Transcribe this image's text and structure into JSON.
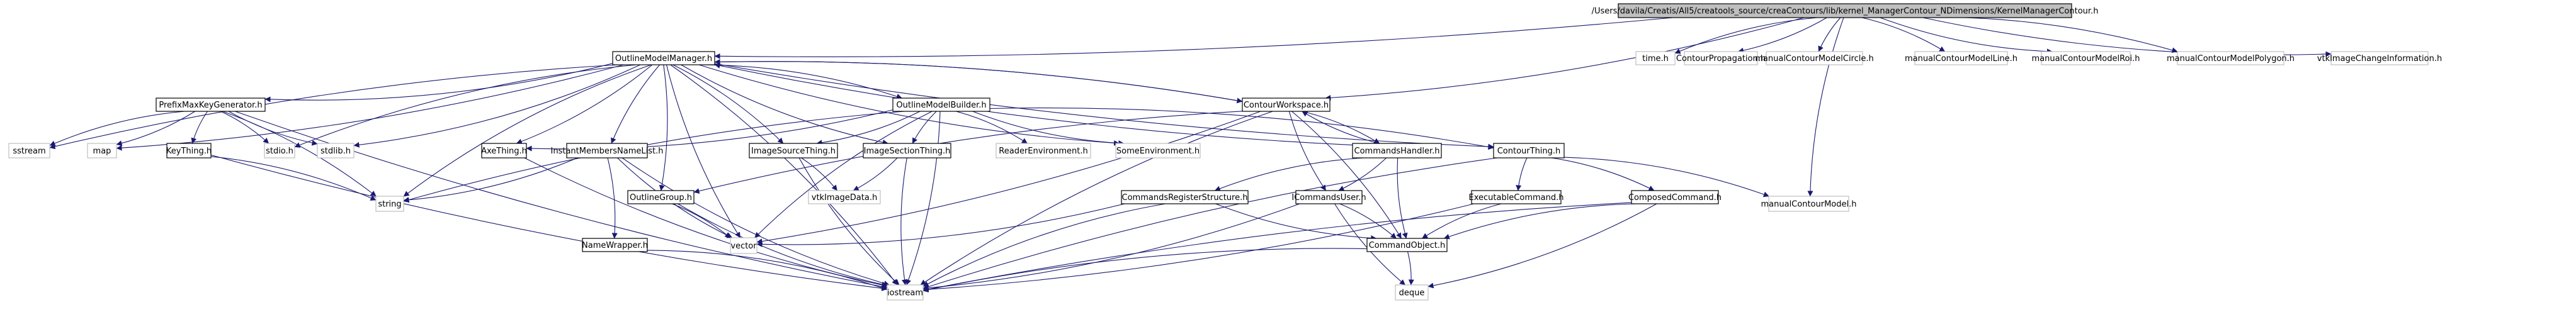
{
  "colors": {
    "edge": "#191970",
    "node_border": "#000000",
    "external_border": "#bfbfbf",
    "root_fill": "#bfbfbf",
    "node_fill": "#ffffff"
  },
  "nodes": {
    "root": "/Users/davila/Creatis/All5/creatools_source/creaContours/lib/kernel_ManagerContour_NDimensions/KernelManagerContour.h",
    "outlinemodelmanager": "OutlineModelManager.h",
    "time": "time.h",
    "contourpropagation": "ContourPropagation.h",
    "mcmcircle": "manualContourModelCircle.h",
    "mcmline": "manualContourModelLine.h",
    "mcmroi": "manualContourModelRoi.h",
    "mcmpolygon": "manualContourModelPolygon.h",
    "vtkimagechangeinformation": "vtkImageChangeInformation.h",
    "prefixmaxkeygenerator": "PrefixMaxKeyGenerator.h",
    "outlinemodelbuilder": "OutlineModelBuilder.h",
    "contourworkspace": "ContourWorkspace.h",
    "sstream": "sstream",
    "map": "map",
    "keything": "KeyThing.h",
    "stdio": "stdio.h",
    "stdlib": "stdlib.h",
    "axething": "AxeThing.h",
    "instantmembersnamelist": "InstantMembersNameList.h",
    "imagesourcething": "ImageSourceThing.h",
    "imagesectionthing": "ImageSectionThing.h",
    "readerenvironment": "ReaderEnvironment.h",
    "someenvironment": "SomeEnvironment.h",
    "commandshandler": "CommandsHandler.h",
    "contourthing": "ContourThing.h",
    "string": "string",
    "vtkimagedata": "vtkImageData.h",
    "outlinegroup": "OutlineGroup.h",
    "commandsregisterstructure": "CommandsRegisterStructure.h",
    "icommandsuser": "ICommandsUser.h",
    "executablecommand": "ExecutableCommand.h",
    "composedcommand": "ComposedCommand.h",
    "manualcontourmodel": "manualContourModel.h",
    "vector": "vector",
    "namewrapper": "NameWrapper.h",
    "commandobject": "CommandObject.h",
    "iostream": "iostream",
    "deque": "deque"
  }
}
